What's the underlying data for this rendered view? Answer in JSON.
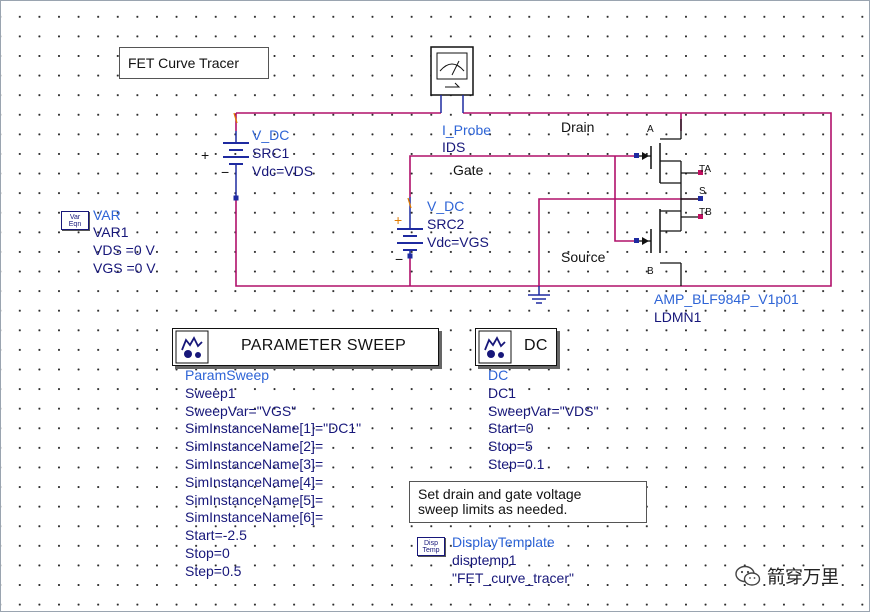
{
  "header_box": {
    "title": "FET Curve Tracer"
  },
  "src1": {
    "type": "V_DC",
    "name": "SRC1",
    "param": "Vdc=VDS",
    "plus": "+",
    "minus": "−"
  },
  "src2": {
    "type": "V_DC",
    "name": "SRC2",
    "param": "Vdc=VGS",
    "plus": "+",
    "minus": "−"
  },
  "probe": {
    "type": "I_Probe",
    "name": "IDS"
  },
  "nets": {
    "drain": "Drain",
    "gate": "Gate",
    "source": "Source"
  },
  "var_block": {
    "icon_label": [
      "Var",
      "Eqn"
    ],
    "type": "VAR",
    "name": "VAR1",
    "lines": [
      "VDS =0 V",
      "VGS =0 V"
    ]
  },
  "transistor": {
    "pins": {
      "a": "A",
      "b": "B",
      "ta": "TA",
      "tb": "TB",
      "s": "S"
    },
    "model": "AMP_BLF984P_V1p01",
    "type": "LDMN1"
  },
  "param_sweep": {
    "title": "PARAMETER SWEEP",
    "lines": [
      "ParamSweep",
      "Sweep1",
      "SweepVar=\"VGS\"",
      "SimInstanceName[1]=\"DC1\"",
      "SimInstanceName[2]=",
      "SimInstanceName[3]=",
      "SimInstanceName[4]=",
      "SimInstanceName[5]=",
      "SimInstanceName[6]=",
      "Start=-2.5",
      "Stop=0",
      "Step=0.5"
    ]
  },
  "dc_sim": {
    "title": "DC",
    "lines": [
      "DC",
      "DC1",
      "SweepVar=\"VDS\"",
      "Start=0",
      "Stop=5",
      "Step=0.1"
    ]
  },
  "note": {
    "lines": [
      "Set drain and gate voltage",
      "sweep limits as needed."
    ]
  },
  "display_template": {
    "icon_label": [
      "Disp",
      "Temp"
    ],
    "lines": [
      "DisplayTemplate",
      "disptemp1",
      "\"FET_curve_tracer\""
    ]
  },
  "watermark": {
    "text": "箭穿万里"
  },
  "colors": {
    "wire": "#b0106a",
    "wire_blue": "#1e2aa0",
    "label_blue": "#2e64d6",
    "label_navy": "#17177a"
  }
}
